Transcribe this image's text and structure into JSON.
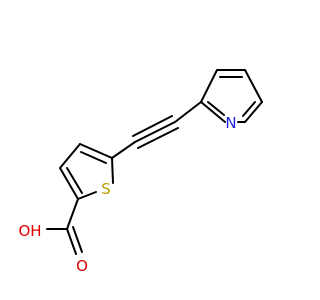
{
  "atom_labels": {
    "nitrogen": "N",
    "sulfur": "S",
    "carbonyl_oxygen": "O",
    "hydroxyl": "OH"
  },
  "colors": {
    "bond": "#000000",
    "nitrogen": "#2020e0",
    "sulfur": "#b8a000",
    "oxygen": "#e00000"
  }
}
